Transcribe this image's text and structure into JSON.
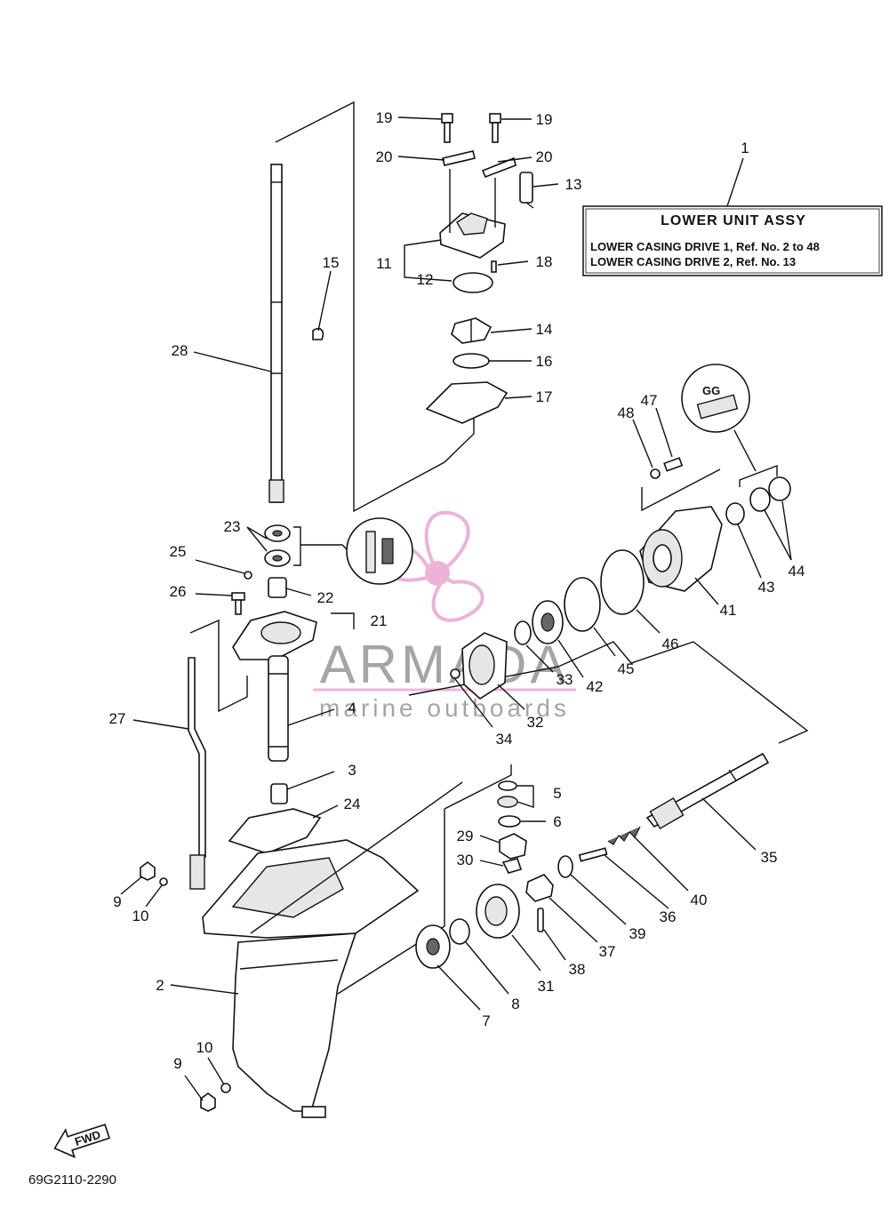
{
  "diagram_code": "69G2110-2290",
  "info_box": {
    "ref_number": "1",
    "title": "LOWER UNIT ASSY",
    "lines": [
      "LOWER CASING DRIVE 1, Ref. No. 2 to 48",
      "LOWER CASING DRIVE 2, Ref. No. 13"
    ]
  },
  "watermark": {
    "brand": "ARMADA",
    "tagline": "marine outboards",
    "color": "#e9a6cf"
  },
  "fwd_label": "FWD",
  "callouts": {
    "c1": "1",
    "c2": "2",
    "c3": "3",
    "c4": "4",
    "c5": "5",
    "c6": "6",
    "c7": "7",
    "c8": "8",
    "c9a": "9",
    "c9b": "9",
    "c10a": "10",
    "c10b": "10",
    "c11": "11",
    "c12": "12",
    "c13": "13",
    "c14": "14",
    "c15": "15",
    "c16": "16",
    "c17": "17",
    "c18": "18",
    "c19a": "19",
    "c19b": "19",
    "c20a": "20",
    "c20b": "20",
    "c21": "21",
    "c22": "22",
    "c23": "23",
    "c24": "24",
    "c25": "25",
    "c26": "26",
    "c27": "27",
    "c28": "28",
    "c29": "29",
    "c30": "30",
    "c31": "31",
    "c32": "32",
    "c33": "33",
    "c34": "34",
    "c35": "35",
    "c36": "36",
    "c37": "37",
    "c38": "38",
    "c39": "39",
    "c40": "40",
    "c41": "41",
    "c42": "42",
    "c43": "43",
    "c44": "44",
    "c45": "45",
    "c46": "46",
    "c47": "47",
    "c48": "48"
  }
}
